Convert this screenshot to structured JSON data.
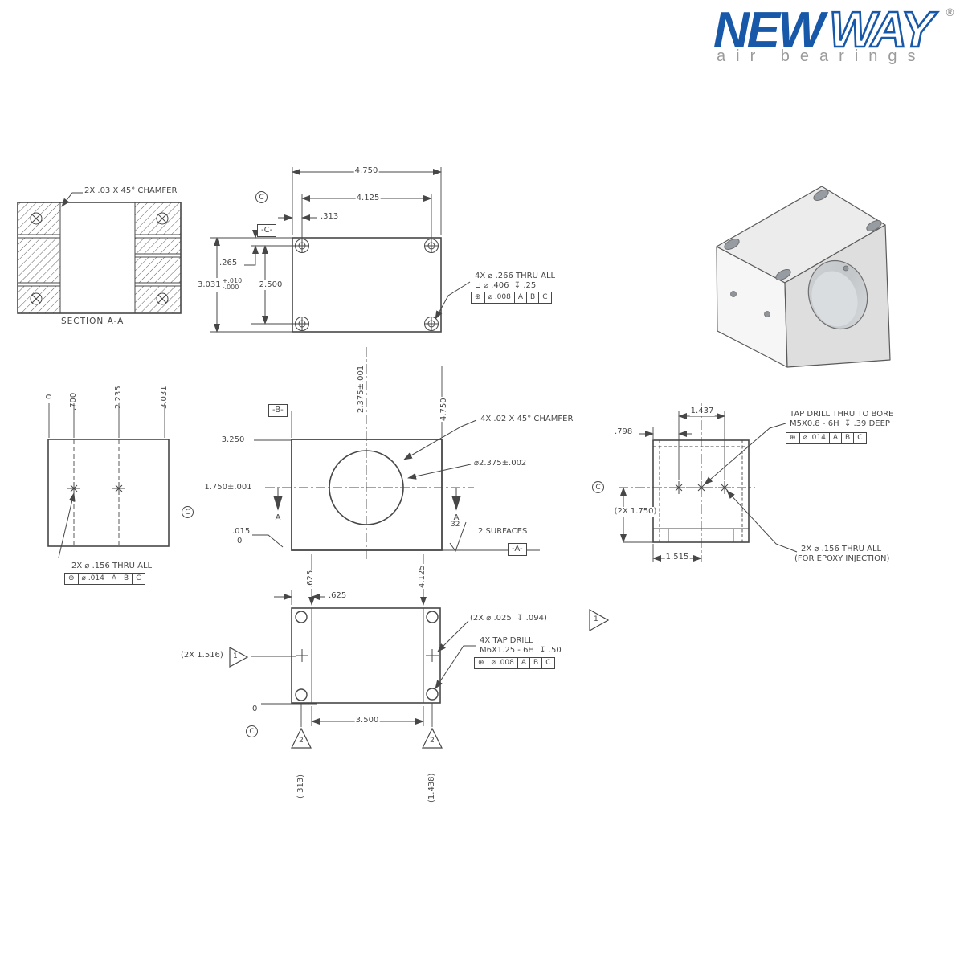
{
  "logo": {
    "word_new": "NEW",
    "word_way": "WAY",
    "registered": "®",
    "tagline": "air bearings"
  },
  "section_view": {
    "chamfer_note": "2X .03 X 45° CHAMFER",
    "title": "SECTION A-A"
  },
  "top_view": {
    "dim_overall_width": "4.750",
    "dim_hole_span": "4.125",
    "dim_hole_edge": ".313",
    "dim_overall_depth": "3.031",
    "dim_depth_tol_plus": "+.010",
    "dim_depth_tol_minus": "-.000",
    "dim_hole_rows": "2.500",
    "dim_row_edge": ".265",
    "datum_flag": "-C-",
    "datum_balloon": "C",
    "hole_callout_line1": "4X ⌀ .266 THRU ALL",
    "hole_callout_line2": "⊔ ⌀ .406  ↧ .25",
    "fcf": {
      "symbol": "⊕",
      "tolerance": "⌀ .008",
      "datum1": "A",
      "datum2": "B",
      "datum3": "C"
    }
  },
  "left_view": {
    "ordinate_0": "0",
    "ordinate_1": ".700",
    "ordinate_2": "2.235",
    "ordinate_3": "3.031",
    "hole_callout": "2X ⌀ .156 THRU ALL",
    "fcf": {
      "symbol": "⊕",
      "tolerance": "⌀ .014",
      "datum1": "A",
      "datum2": "B",
      "datum3": "C"
    }
  },
  "front_view": {
    "dim_height": "3.250",
    "dim_bore_height": "1.750±.001",
    "dim_bore_x": "2.375±.001",
    "dim_width": "4.750",
    "datum_b_flag": "-B-",
    "datum_a_flag": "-A-",
    "datum_balloon": "C",
    "chamfer_note": "4X .02 X 45° CHAMFER",
    "bore_diameter": "⌀2.375±.002",
    "profile_upper": ".015",
    "profile_lower": "0",
    "finish_value": "32",
    "finish_note": "2 SURFACES",
    "section_arrow_left": "A",
    "section_arrow_right": "A"
  },
  "right_view": {
    "dim_hole_span": "1.437",
    "dim_edge_offset": ".798",
    "dim_center_height": "(2X 1.750)",
    "dim_bottom": "1.515",
    "datum_balloon": "C",
    "tap_callout_line1": "TAP DRILL THRU TO BORE",
    "tap_callout_line2": "M5X0.8 - 6H  ↧ .39 DEEP",
    "tap_fcf": {
      "symbol": "⊕",
      "tolerance": "⌀ .014",
      "datum1": "A",
      "datum2": "B",
      "datum3": "C"
    },
    "epoxy_callout_line1": "2X ⌀ .156 THRU ALL",
    "epoxy_callout_line2": "(FOR EPOXY INJECTION)"
  },
  "bottom_view": {
    "dim_hole_edge": ".625",
    "dim_hole_span": "3.500",
    "ordinate_zero": "0",
    "ordinate_1": ".625",
    "ordinate_2": "4.125",
    "dim_rows": "(2X 1.516)",
    "flag_note_1": "1",
    "flag_note_2": "2",
    "spot_callout": "(2X ⌀ .025  ↧ .094)",
    "tap_callout_line1": "4X TAP DRILL",
    "tap_callout_line2": "M6X1.25 - 6H  ↧ .50",
    "fcf": {
      "symbol": "⊕",
      "tolerance": "⌀ .008",
      "datum1": "A",
      "datum2": "B",
      "datum3": "C"
    },
    "basic_dim_1": "(.313)",
    "basic_dim_2": "(1.438)",
    "datum_balloon": "C"
  }
}
